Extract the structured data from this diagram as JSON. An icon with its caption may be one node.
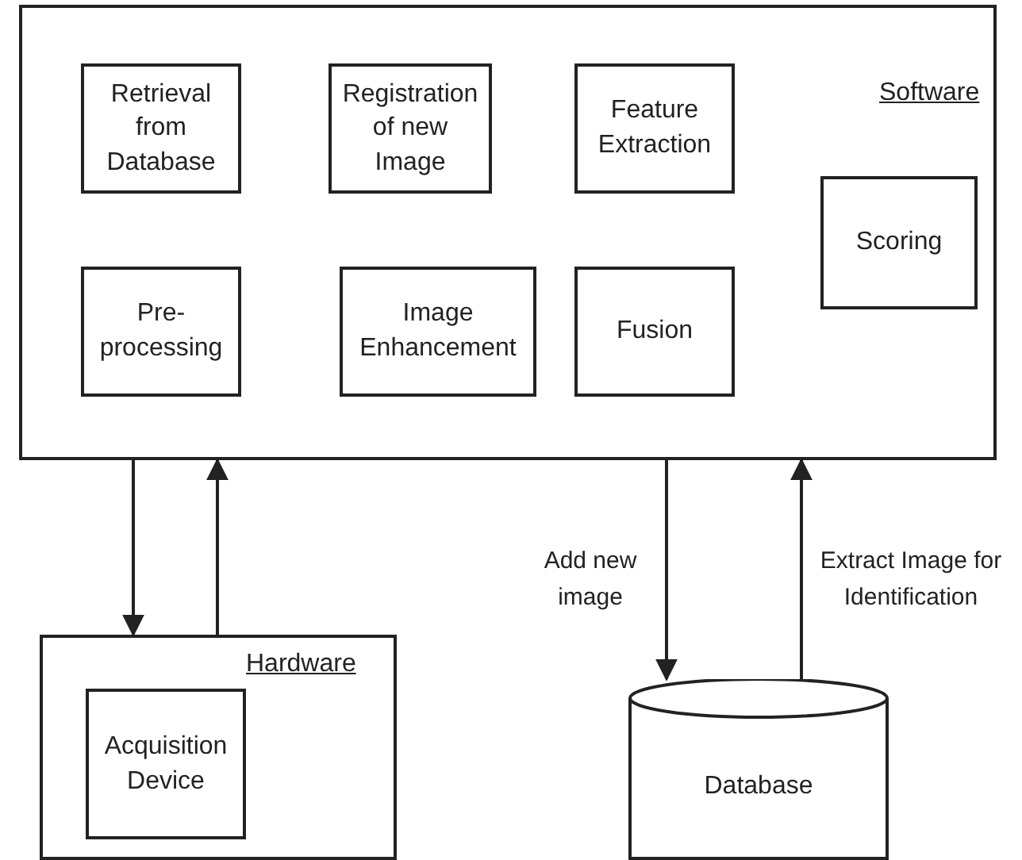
{
  "diagram": {
    "nodes": [
      {
        "text": [
          "Software"
        ]
      },
      {
        "text": [
          "Retrieval from Database"
        ],
        "in": 0
      },
      {
        "text": [
          "Registration of new Image"
        ],
        "in": 0
      },
      {
        "text": [
          "Feature Extraction"
        ],
        "in": 0
      },
      {
        "text": [
          "Scoring"
        ],
        "in": 0
      },
      {
        "text": [
          "Pre-processing"
        ],
        "in": 0
      },
      {
        "text": [
          "Image Enhancement"
        ],
        "in": 0
      },
      {
        "text": [
          "Fusion"
        ],
        "in": 0
      },
      {
        "text": [
          "Hardware"
        ]
      },
      {
        "text": [
          "Acquisition Device"
        ],
        "in": 8
      },
      {
        "text": [
          "Database"
        ]
      }
    ],
    "edges": [
      {
        "from": 0,
        "to": 8,
        "arrow": "to"
      },
      {
        "from": 8,
        "to": 0,
        "arrow": "to"
      },
      {
        "from": 0,
        "to": 10,
        "arrow": "to",
        "label": "Add new image"
      },
      {
        "from": 10,
        "to": 0,
        "arrow": "to",
        "label": "Extract Image for Identification"
      }
    ]
  }
}
